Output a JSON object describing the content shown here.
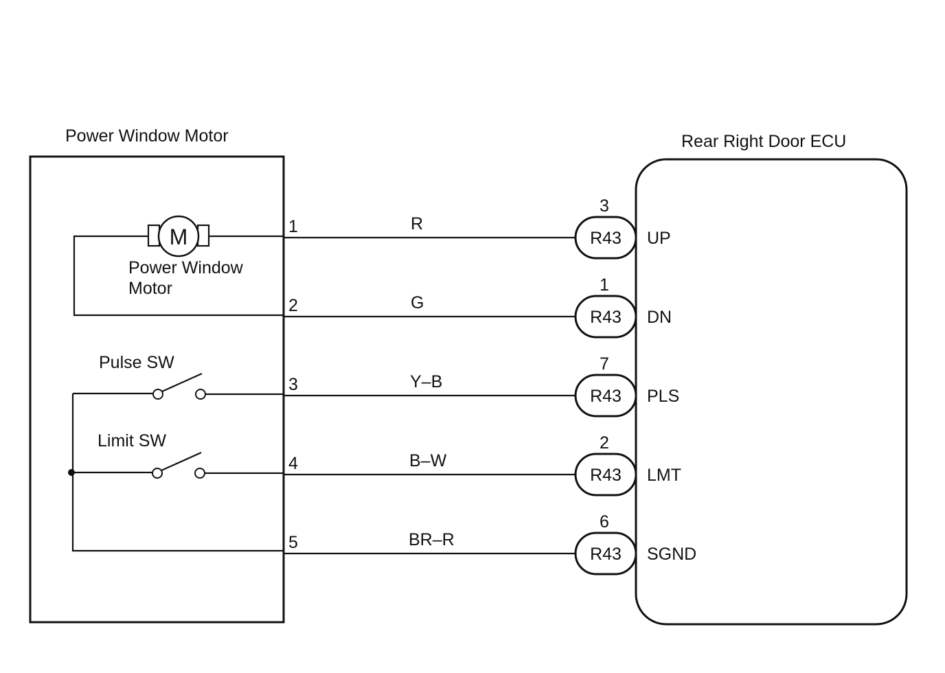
{
  "motor_component": {
    "title": "Power Window Motor",
    "motor_symbol": "M",
    "motor_label_line1": "Power Window",
    "motor_label_line2": "Motor",
    "pulse_switch": "Pulse SW",
    "limit_switch": "Limit SW"
  },
  "ecu_component": {
    "title": "Rear Right Door ECU"
  },
  "wires": [
    {
      "motor_pin": "1",
      "color": "R",
      "connector": "R43",
      "ecu_pin": "3",
      "signal": "UP"
    },
    {
      "motor_pin": "2",
      "color": "G",
      "connector": "R43",
      "ecu_pin": "1",
      "signal": "DN"
    },
    {
      "motor_pin": "3",
      "color": "Y–B",
      "connector": "R43",
      "ecu_pin": "7",
      "signal": "PLS"
    },
    {
      "motor_pin": "4",
      "color": "B–W",
      "connector": "R43",
      "ecu_pin": "2",
      "signal": "LMT"
    },
    {
      "motor_pin": "5",
      "color": "BR–R",
      "connector": "R43",
      "ecu_pin": "6",
      "signal": "SGND"
    }
  ],
  "colors": {
    "ink": "#111111",
    "background": "#ffffff"
  }
}
